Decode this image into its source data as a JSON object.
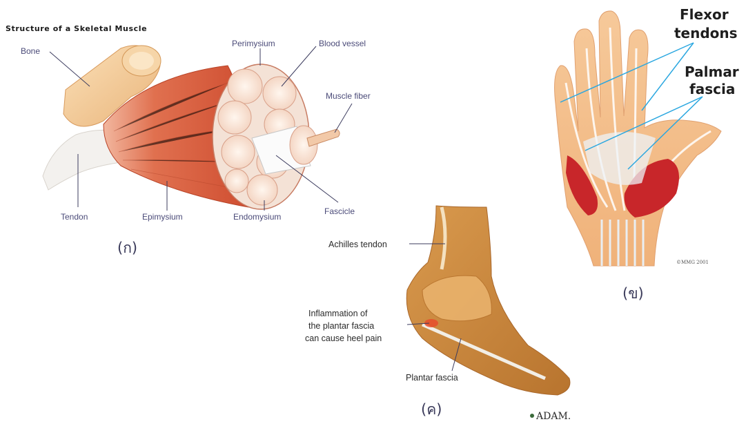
{
  "panel_a": {
    "title": "Structure of a Skeletal Muscle",
    "labels": {
      "bone": "Bone",
      "perimysium": "Perimysium",
      "blood_vessel": "Blood vessel",
      "muscle_fiber": "Muscle fiber",
      "tendon": "Tendon",
      "epimysium": "Epimysium",
      "endomysium": "Endomysium",
      "fascicle": "Fascicle"
    },
    "panel_label": "(ก)"
  },
  "panel_b": {
    "flexor_1": "Flexor",
    "flexor_2": "tendons",
    "palmar_1": "Palmar",
    "palmar_2": "fascia",
    "copyright": "©MMG 2001",
    "panel_label": "(ข)"
  },
  "panel_c": {
    "achilles": "Achilles tendon",
    "inflammation_1": "Inflammation of",
    "inflammation_2": "the plantar fascia",
    "inflammation_3": "can cause heel pain",
    "plantar": "Plantar fascia",
    "logo": "ADAM.",
    "panel_label": "(ค)"
  },
  "colors": {
    "muscle": "#d95a3a",
    "bone": "#f0c58c",
    "label_text": "#4a4a78",
    "pointer_blue": "#2aa7e0",
    "hand_muscle": "#c8262a"
  }
}
